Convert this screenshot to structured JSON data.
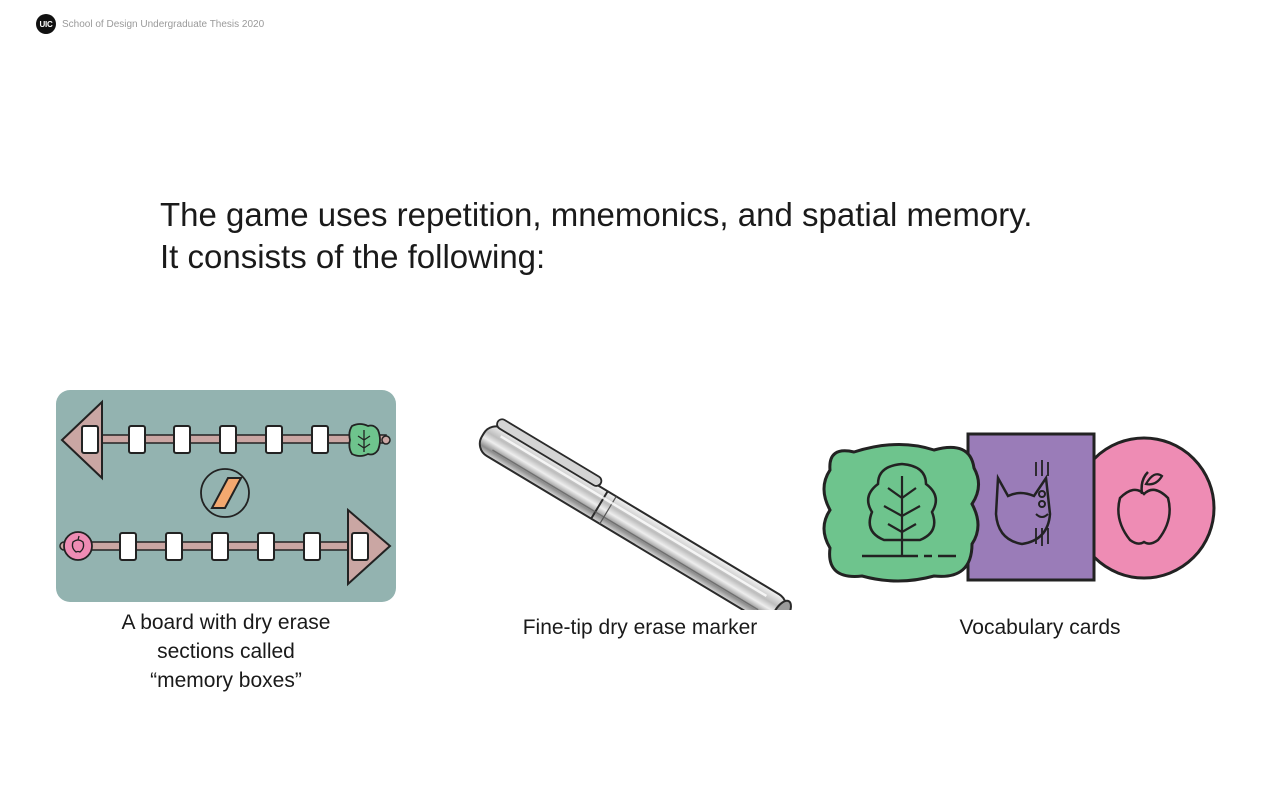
{
  "header": {
    "logo_text": "UIC",
    "label": "School of Design Undergraduate Thesis 2020"
  },
  "intro": {
    "line1": "The game uses repetition, mnemonics, and spatial memory.",
    "line2": "It consists of the following:"
  },
  "items": [
    {
      "icon": "game-board-illustration",
      "caption_lines": [
        "A board with dry erase",
        "sections called",
        "“memory boxes”"
      ]
    },
    {
      "icon": "dry-erase-marker-illustration",
      "caption_lines": [
        "Fine-tip dry erase marker"
      ]
    },
    {
      "icon": "vocabulary-cards-illustration",
      "caption_lines": [
        "Vocabulary cards"
      ]
    }
  ],
  "colors": {
    "board_bg": "#93b3b0",
    "track": "#caa6a3",
    "green": "#6ec48d",
    "pink": "#ee8cb4",
    "purple": "#9a7cb8",
    "orange": "#f3a86f"
  }
}
